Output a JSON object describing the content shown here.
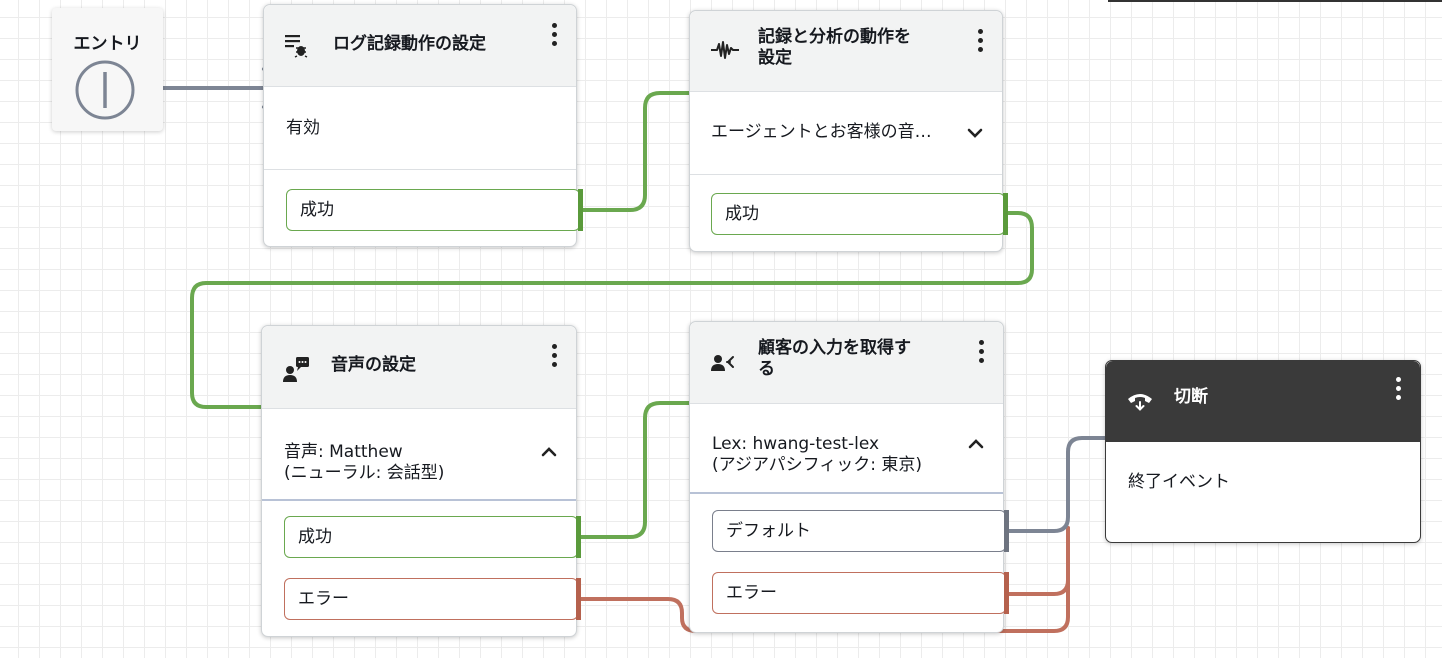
{
  "entry": {
    "title": "エントリ"
  },
  "blocks": {
    "logging": {
      "title": "ログ記録動作の設定",
      "value": "有効",
      "branches": {
        "success": "成功"
      }
    },
    "recording": {
      "title_line1": "記録と分析の動作を",
      "title_line2": "設定",
      "value": "エージェントとお客様の音…",
      "branches": {
        "success": "成功"
      }
    },
    "voice": {
      "title": "音声の設定",
      "value_line1": "音声: Matthew",
      "value_line2": "(ニューラル: 会話型)",
      "branches": {
        "success": "成功",
        "error": "エラー"
      }
    },
    "input": {
      "title_line1": "顧客の入力を取得す",
      "title_line2": "る",
      "value_line1": "Lex: hwang-test-lex",
      "value_line2": "(アジアパシフィック: 東京)",
      "branches": {
        "default": "デフォルト",
        "error": "エラー"
      }
    },
    "disconnect": {
      "title": "切断",
      "value": "終了イベント"
    }
  },
  "icons": {
    "entry": "entry-start-icon",
    "logging": "log-list-bug-icon",
    "recording": "waveform-icon",
    "voice": "person-speech-icon",
    "input": "person-branch-icon",
    "disconnect": "phone-hangup-icon",
    "menu": "kebab-menu-icon",
    "expand": "chevron-down-icon",
    "collapse": "chevron-up-icon"
  },
  "colors": {
    "success_line": "#6aa84f",
    "error_line": "#c0705e",
    "default_line": "#7a7f8c",
    "dark_header": "#3a3a3a"
  }
}
